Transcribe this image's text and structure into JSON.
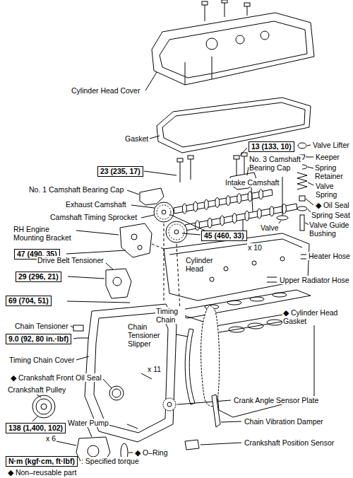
{
  "diagram": {
    "nodes": [
      {
        "text": [
          "13 (133, 10)"
        ]
      },
      {
        "text": [
          "23 (235, 17)"
        ]
      },
      {
        "text": [
          "45 (460, 33)"
        ]
      },
      {
        "text": [
          "47 (490, 35)"
        ]
      },
      {
        "text": [
          "29 (296, 21)"
        ]
      },
      {
        "text": [
          "69 (704, 51)"
        ]
      },
      {
        "text": [
          "9.0 (92, 80 in.·lbf)"
        ]
      },
      {
        "text": [
          "138 (1,400, 102)"
        ]
      },
      {
        "text": [
          "N·m (kgf·cm, ft·lbf)"
        ]
      }
    ],
    "labels": [
      "Cylinder Head Cover",
      "Gasket",
      "No. 3 Camshaft Bearing Cap",
      "Valve Lifter",
      "Keeper",
      "Spring Retainer",
      "Valve Spring",
      "◆ Oil Seal",
      "Spring Seat",
      "Valve Guide Bushing",
      "Valve",
      "No. 1 Camshaft Bearing Cap",
      "Exhaust Camshaft",
      "Intake Camshaft",
      "Camshaft Timing Sprocket",
      "RH Engine Mounting Bracket",
      "x 10",
      "Heater Hose",
      "Cylinder Head",
      "Upper Radiator Hose",
      "Drive Belt Tensioner",
      "◆ Cylinder Head Gasket",
      "Timing Chain",
      "Chain Tensioner Slipper",
      "Chain Tensioner",
      "Timing Chain Cover",
      "◆ Crankshaft Front Oil Seal",
      "Crankshaft Pulley",
      "x 11",
      "Crank Angle Sensor Plate",
      "Chain Vibration Damper",
      "Water Pump",
      "x 6",
      "◆ O–Ring",
      "Crankshaft Position Sensor",
      ": Specified torque",
      "◆ Non–reusable part"
    ]
  }
}
